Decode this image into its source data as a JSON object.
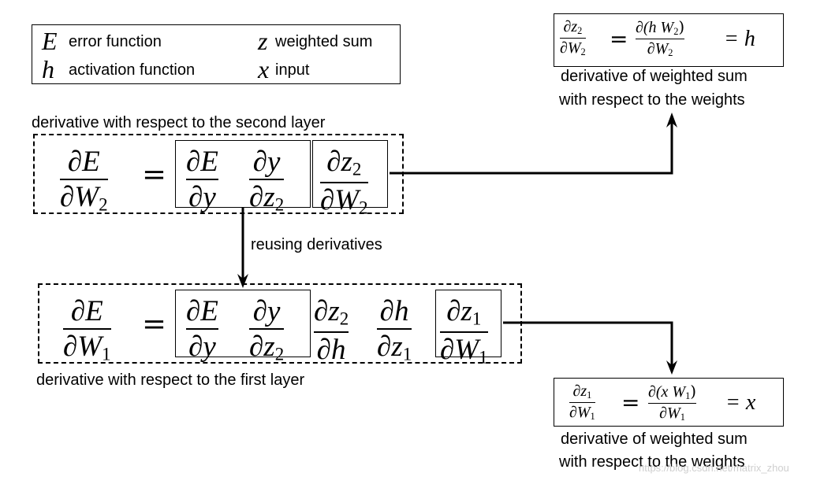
{
  "legend": {
    "items": [
      {
        "symbol": "E",
        "text": "error function"
      },
      {
        "symbol": "h",
        "text": "activation function"
      },
      {
        "symbol": "z",
        "text": "weighted sum"
      },
      {
        "symbol": "x",
        "text": "input"
      }
    ]
  },
  "labels": {
    "second_layer": "derivative with respect to the second layer",
    "first_layer": "derivative with respect to the first layer",
    "reusing": "reusing derivatives",
    "top_right_line1": "derivative of weighted sum",
    "top_right_line2": "with respect to the weights",
    "bottom_right_line1": "derivative of weighted sum",
    "bottom_right_line2": "with respect to the weights"
  },
  "math": {
    "dE": "∂E",
    "dW2": "∂W",
    "dW1": "∂W",
    "dE_inner": "∂E",
    "dy": "∂y",
    "dy2": "∂y",
    "dz": "∂z",
    "dh": "∂h",
    "equals": "=",
    "sub2": "2",
    "sub1": "1",
    "top_formula_rhs": "= h",
    "bottom_formula_rhs": "= x",
    "top_formula_num2": "∂(h W",
    "bottom_formula_num2": "∂(x W"
  },
  "watermark": "https://blog.csdn.net/matrix_zhou"
}
